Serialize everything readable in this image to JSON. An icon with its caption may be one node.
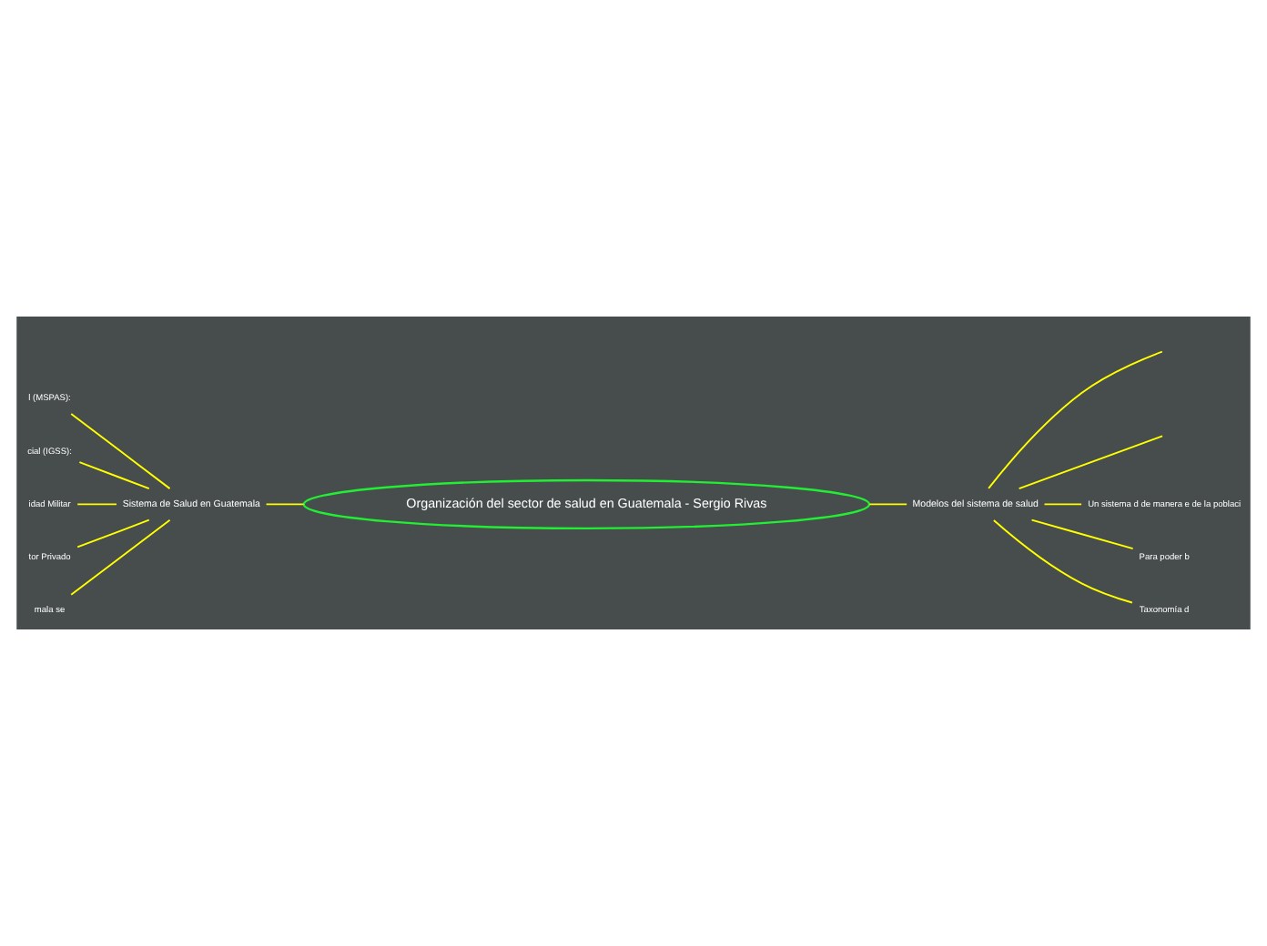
{
  "diagram": {
    "nodes": [
      {
        "text": [
          "Organización del sector de salud en Guatemala - Sergio Rivas"
        ]
      },
      {
        "text": [
          "Sistema de Salud en Guatemala"
        ]
      },
      {
        "text": [
          "Modelos del sistema de salud"
        ]
      },
      {
        "text": [
          "l (MSPAS):"
        ]
      },
      {
        "text": [
          "cial (IGSS):"
        ]
      },
      {
        "text": [
          "idad Militar"
        ]
      },
      {
        "text": [
          "tor Privado"
        ]
      },
      {
        "text": [
          "mala se"
        ]
      },
      {
        "text": [
          "Un sistema d de manera e de la poblaci"
        ]
      },
      {
        "text": [
          "Para poder b"
        ]
      },
      {
        "text": [
          "Taxonomía d"
        ]
      }
    ],
    "edges": [
      {
        "from": 0,
        "to": 1,
        "arrow": "none"
      },
      {
        "from": 0,
        "to": 2,
        "arrow": "none"
      },
      {
        "from": 1,
        "to": 3,
        "arrow": "none"
      },
      {
        "from": 1,
        "to": 4,
        "arrow": "none"
      },
      {
        "from": 1,
        "to": 5,
        "arrow": "none"
      },
      {
        "from": 1,
        "to": 6,
        "arrow": "none"
      },
      {
        "from": 1,
        "to": 7,
        "arrow": "none"
      },
      {
        "from": 2,
        "to": null,
        "arrow": "none"
      },
      {
        "from": 2,
        "to": null,
        "arrow": "none"
      },
      {
        "from": 2,
        "to": 8,
        "arrow": "none"
      },
      {
        "from": 2,
        "to": 9,
        "arrow": "none"
      },
      {
        "from": 2,
        "to": 10,
        "arrow": "none"
      }
    ]
  }
}
